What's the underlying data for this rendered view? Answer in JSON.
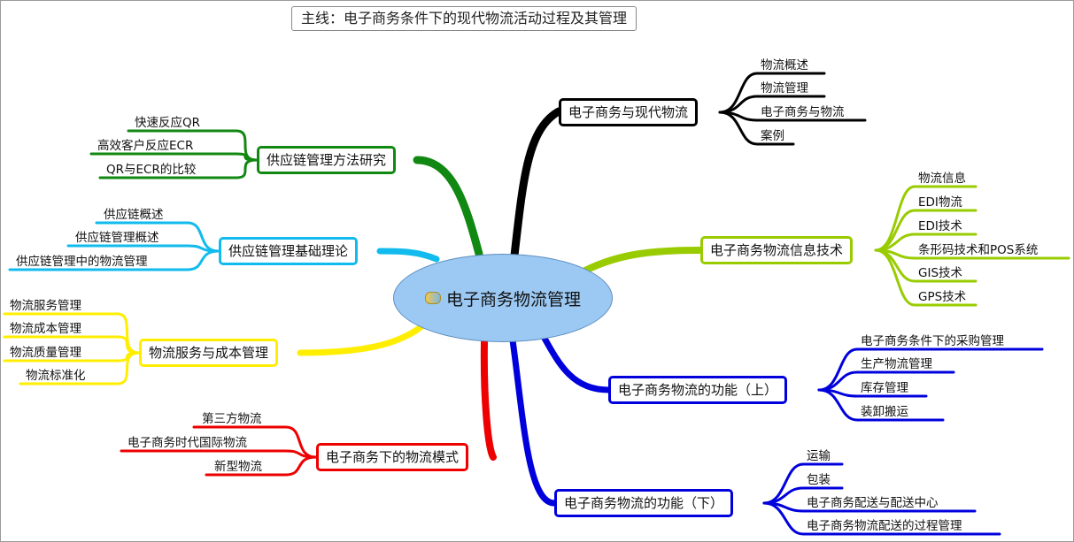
{
  "title": "主线：电子商务条件下的现代物流活动过程及其管理",
  "center": {
    "label": "电子商务物流管理",
    "icon": "handshake-icon"
  },
  "branches": [
    {
      "label": "电子商务与现代物流",
      "color": "#000000",
      "leaves": [
        "物流概述",
        "物流管理",
        "电子商务与物流",
        "案例"
      ]
    },
    {
      "label": "电子商务物流信息技术",
      "color": "#99cc00",
      "leaves": [
        "物流信息",
        "EDI物流",
        "EDI技术",
        "条形码技术和POS系统",
        "GIS技术",
        "GPS技术"
      ]
    },
    {
      "label": "电子商务物流的功能（上）",
      "color": "#0000dd",
      "leaves": [
        "电子商务条件下的采购管理",
        "生产物流管理",
        "库存管理",
        "装卸搬运"
      ]
    },
    {
      "label": "电子商务物流的功能（下）",
      "color": "#0000dd",
      "leaves": [
        "运输",
        "包装",
        "电子商务配送与配送中心",
        "电子商务物流配送的过程管理"
      ]
    },
    {
      "label": "电子商务下的物流模式",
      "color": "#ee0000",
      "leaves": [
        "第三方物流",
        "电子商务时代国际物流",
        "新型物流"
      ]
    },
    {
      "label": "物流服务与成本管理",
      "color": "#ffee00",
      "leaves": [
        "物流服务管理",
        "物流成本管理",
        "物流质量管理",
        "物流标准化"
      ]
    },
    {
      "label": "供应链管理基础理论",
      "color": "#11bbee",
      "leaves": [
        "供应链概述",
        "供应链管理概述",
        "供应链管理中的物流管理"
      ]
    },
    {
      "label": "供应链管理方法研究",
      "color": "#118811",
      "leaves": [
        "快速反应QR",
        "高效客户反应ECR",
        "QR与ECR的比较"
      ]
    }
  ]
}
